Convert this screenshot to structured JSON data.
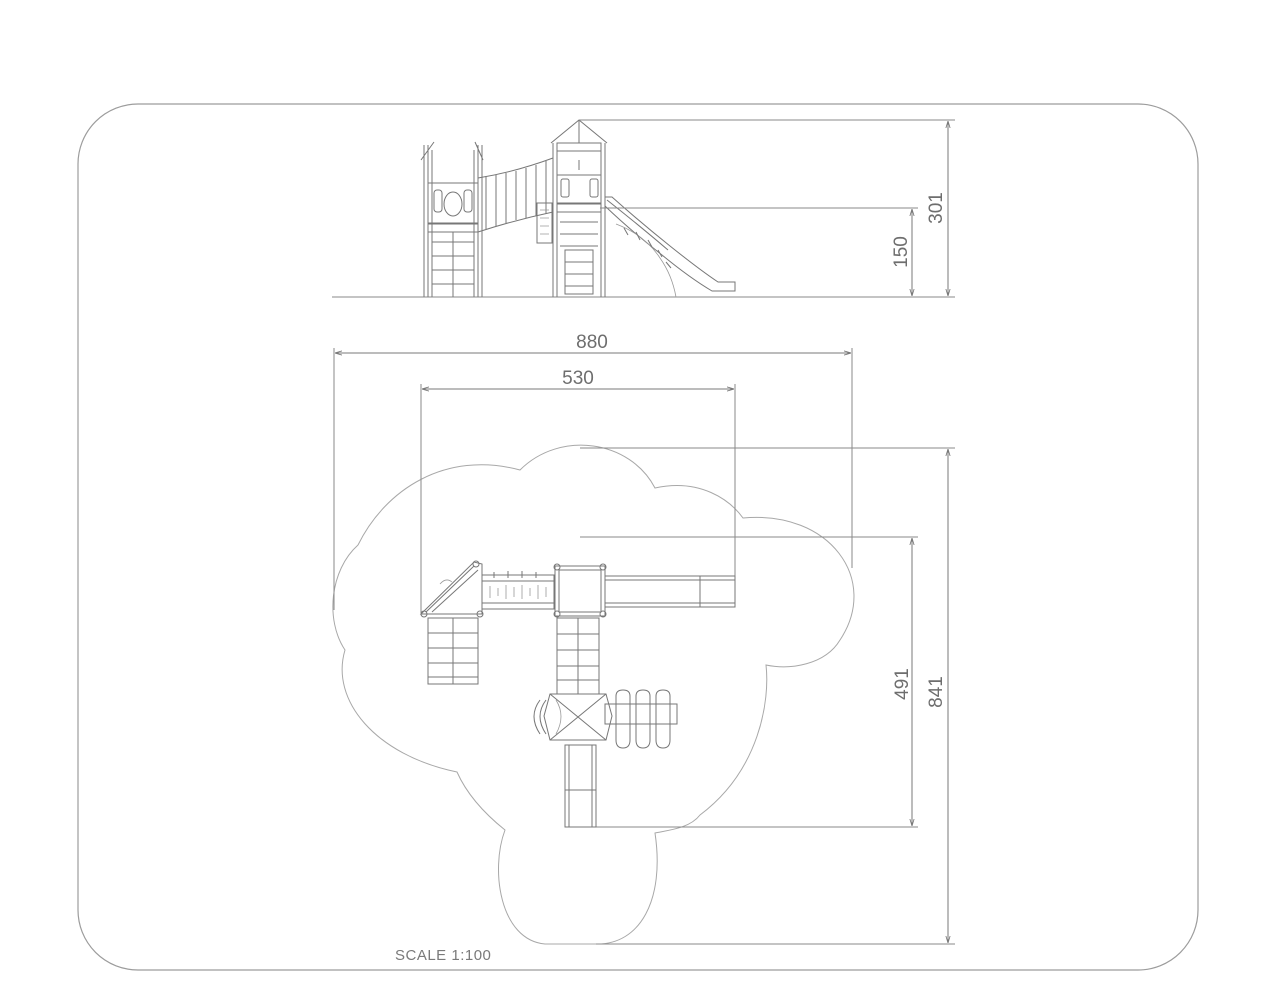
{
  "dimensions": {
    "elevation_total_height": "301",
    "elevation_platform_height": "150",
    "plan_total_width": "880",
    "plan_equipment_width": "530",
    "plan_equipment_depth": "491",
    "plan_total_depth": "841"
  },
  "scale_label": "SCALE 1:100",
  "colors": {
    "line": "#8a8a8a",
    "frame": "#9c9c9c",
    "text": "#6e6e6e"
  }
}
